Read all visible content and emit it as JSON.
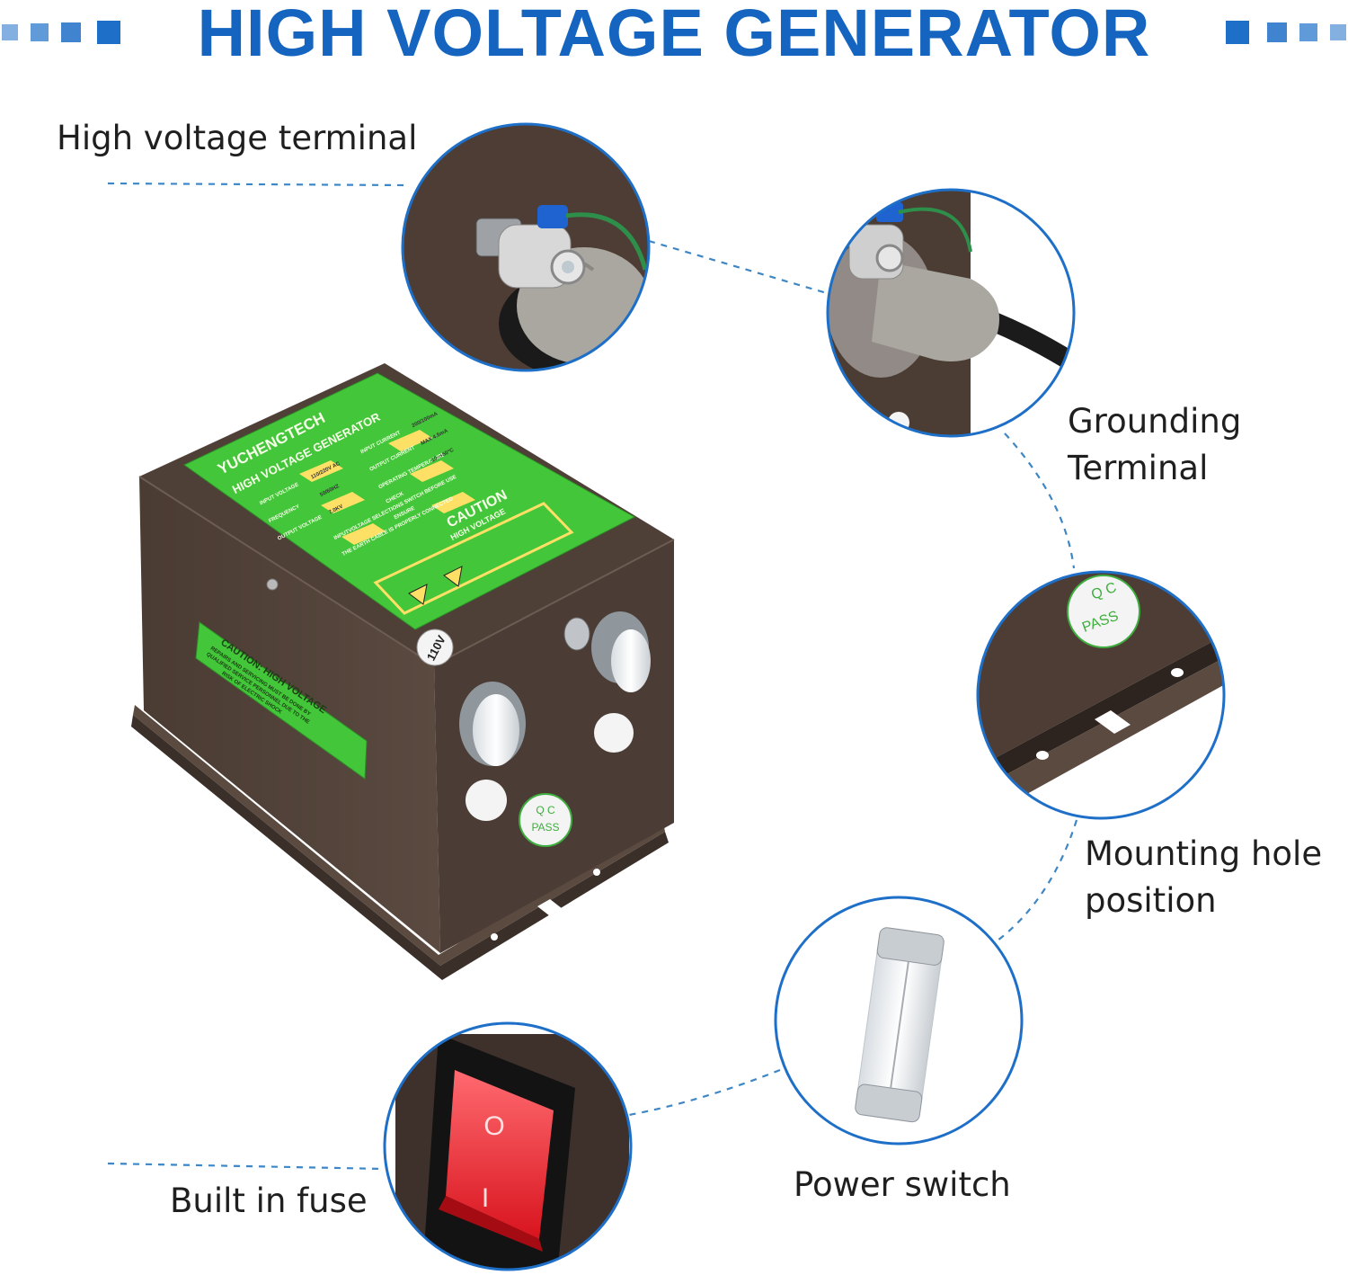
{
  "title": "HIGH VOLTAGE GENERATOR",
  "brand_color": "#1565c0",
  "callouts": {
    "hv_terminal": "High voltage terminal",
    "grounding_line1": "Grounding",
    "grounding_line2": "Terminal",
    "mounting_line1": "Mounting hole",
    "mounting_line2": "position",
    "power_switch": "Power switch",
    "fuse": "Built in fuse"
  },
  "product_label": {
    "brand": "YUCHENGTECH",
    "name": "HIGH VOLTAGE GENERATOR",
    "input_voltage_label": "INPUT VOLTAGE",
    "input_voltage": "110/220V AC",
    "input_current_label": "INPUT CURRENT",
    "input_current": "200/100mA",
    "frequency_label": "FREQUENCY",
    "frequency": "50/60HZ",
    "output_current_label": "OUTPUT CURRENT",
    "output_current": "MAX 4.5mA",
    "output_voltage_label": "OUTPUT VOLTAGE",
    "output_voltage": "7.0KV",
    "op_temp_label": "OPERATING TEMPERATURE",
    "op_temp": "-10~+50°C",
    "check_line1": "CHECK",
    "check_line2": "INPUTVOLTAGE SELECTIONS SWITCH BEFORE USE",
    "check_line3": "ENSURE",
    "check_line4": "THE EARTH CABLE IS PROPERLY CONNECTED",
    "caution": "CAUTION",
    "caution_sub": "HIGH VOLTAGE"
  },
  "side_label": {
    "line1": "CAUTION: HIGH VOLTAGE",
    "line2": "REPAIRS AND SERVICING MUST BE DONE BY",
    "line3": "QUALIFIED SERVICE PERSONNEL DUE TO THE",
    "line4": "RISK OF ELECTRIC SHOCK"
  },
  "voltage_badge": "110V",
  "qc_top": "Q C",
  "qc_bottom": "PASS",
  "switch_on": "O",
  "switch_off": "I"
}
